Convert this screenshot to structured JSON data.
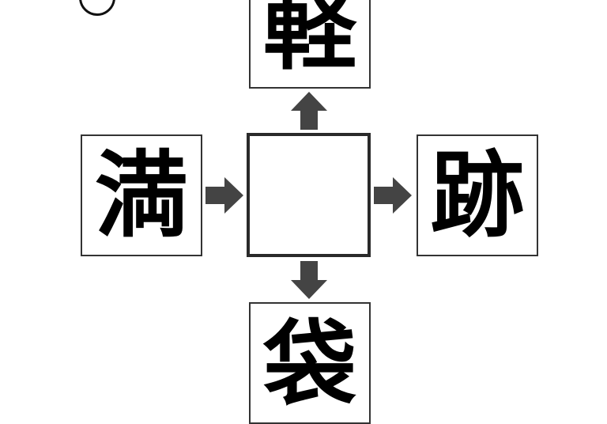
{
  "puzzle": {
    "top": "軽",
    "left": "満",
    "right": "跡",
    "bottom": "袋",
    "center": ""
  },
  "colors": {
    "arrow": "#444444",
    "border": "#333333"
  }
}
